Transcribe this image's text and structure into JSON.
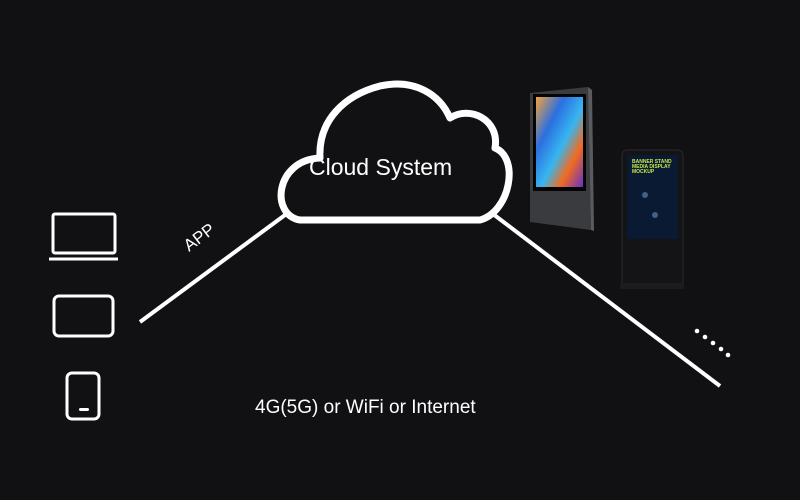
{
  "cloud": {
    "label": "Cloud System"
  },
  "connections": {
    "app_label": "APP",
    "network_label": "4G(5G) or WiFi or Internet"
  },
  "devices": {
    "clients": [
      "laptop",
      "tablet",
      "phone"
    ],
    "displays": [
      "wall-mounted-display",
      "floor-standing-kiosk"
    ],
    "kiosk_screen_text": "BANNER STAND MEDIA DISPLAY MOCKUP"
  },
  "colors": {
    "background": "#111113",
    "stroke": "#ffffff"
  }
}
